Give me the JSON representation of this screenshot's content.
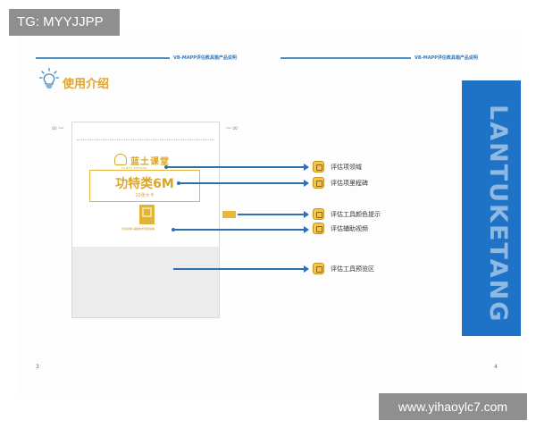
{
  "watermarks": {
    "tg": "TG: MYYJJPP",
    "url": "www.yihaoylc7.com"
  },
  "header": {
    "left_text": "VB-MAPP评估教具箱产品说明",
    "right_text": "VB-MAPP评估教具箱产品说明",
    "line_color": "#4a90c8"
  },
  "section": {
    "title": "使用介绍",
    "icon": "lightbulb-icon",
    "title_color": "#e2a32a"
  },
  "product": {
    "logo_text": "蓝土课堂",
    "logo_sub": "LANTU KETANG",
    "title": "功特类6M",
    "subtitle": "10张大卡",
    "qr_caption": "扫码观看 辅助教学视频讲解",
    "accent_color": "#e2b43a"
  },
  "legend": {
    "items": [
      {
        "label": "评估项领域",
        "icon": "domain-icon"
      },
      {
        "label": "评估项里程碑",
        "icon": "milestone-icon"
      },
      {
        "label": "评估工具颜色提示",
        "icon": "color-hint-icon"
      },
      {
        "label": "评估辅助视频",
        "icon": "video-icon"
      },
      {
        "label": "评估工具预览区",
        "icon": "preview-icon"
      }
    ],
    "arrow_color": "#2d6fb0"
  },
  "side_band": {
    "text": "LANTUKETANG",
    "color": "#1e73c6"
  },
  "page_numbers": {
    "left": "3",
    "right": "4"
  }
}
